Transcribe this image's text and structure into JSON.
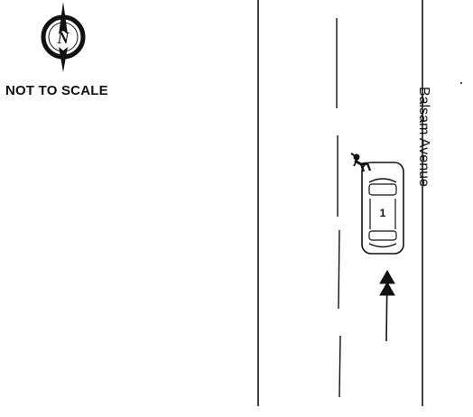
{
  "diagram": {
    "scale_note": "NOT TO SCALE",
    "north_symbol": "N",
    "street_name": "Balsam Avenue",
    "vehicle": {
      "number": "1",
      "direction": "northbound"
    },
    "icons": {
      "north": "north-arrow-icon",
      "vehicle": "car-icon",
      "pedestrian": "pedestrian-icon",
      "travel": "travel-direction-arrow-icon"
    }
  }
}
